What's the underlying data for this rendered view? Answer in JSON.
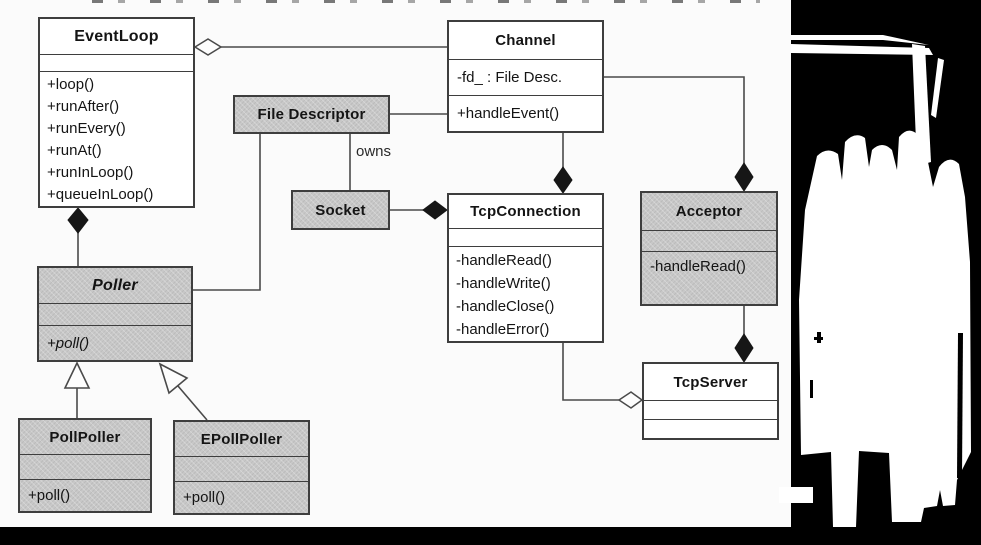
{
  "diagram": {
    "classes": {
      "eventloop": {
        "name": "EventLoop",
        "methods": [
          "+loop()",
          "+runAfter()",
          "+runEvery()",
          "+runAt()",
          "+runInLoop()",
          "+queueInLoop()"
        ]
      },
      "channel": {
        "name": "Channel",
        "attribute": "-fd_ : File Desc.",
        "method": "+handleEvent()"
      },
      "file_descriptor": {
        "name": "File Descriptor"
      },
      "socket": {
        "name": "Socket"
      },
      "tcpconnection": {
        "name": "TcpConnection",
        "methods": [
          "-handleRead()",
          "-handleWrite()",
          "-handleClose()",
          "-handleError()"
        ]
      },
      "acceptor": {
        "name": "Acceptor",
        "method": "-handleRead()"
      },
      "tcpserver": {
        "name": "TcpServer"
      },
      "poller": {
        "name": "Poller",
        "method": "+poll()"
      },
      "pollpoller": {
        "name": "PollPoller",
        "method": "+poll()"
      },
      "epollpoller": {
        "name": "EPollPoller",
        "method": "+poll()"
      }
    },
    "edge_labels": {
      "owns": "owns"
    },
    "colors": {
      "backdrop": "#000000",
      "page": "#fbfbfb",
      "shaded_fill": "#c8c8c8",
      "plain_fill": "#ffffff",
      "line": "#4a4a4a",
      "text": "#141414"
    }
  }
}
